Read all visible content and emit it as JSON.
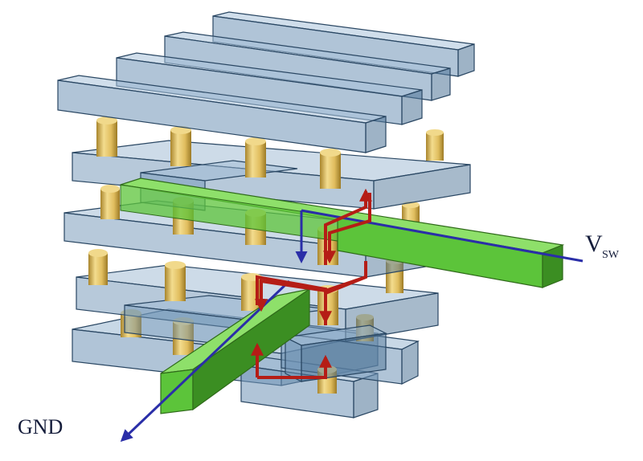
{
  "labels": {
    "vsw_main": "V",
    "vsw_sub": "SW",
    "gnd": "GND"
  },
  "colors": {
    "bar_fill": "#5f88ad",
    "bar_stroke": "#1f3b57",
    "pillar": "#e6c36a",
    "pillar_dark": "#b99536",
    "green_bar": "#5cc43a",
    "green_dark": "#3b8e22",
    "blue_arrow": "#2a2ea8",
    "red_arrow": "#b51d16"
  }
}
